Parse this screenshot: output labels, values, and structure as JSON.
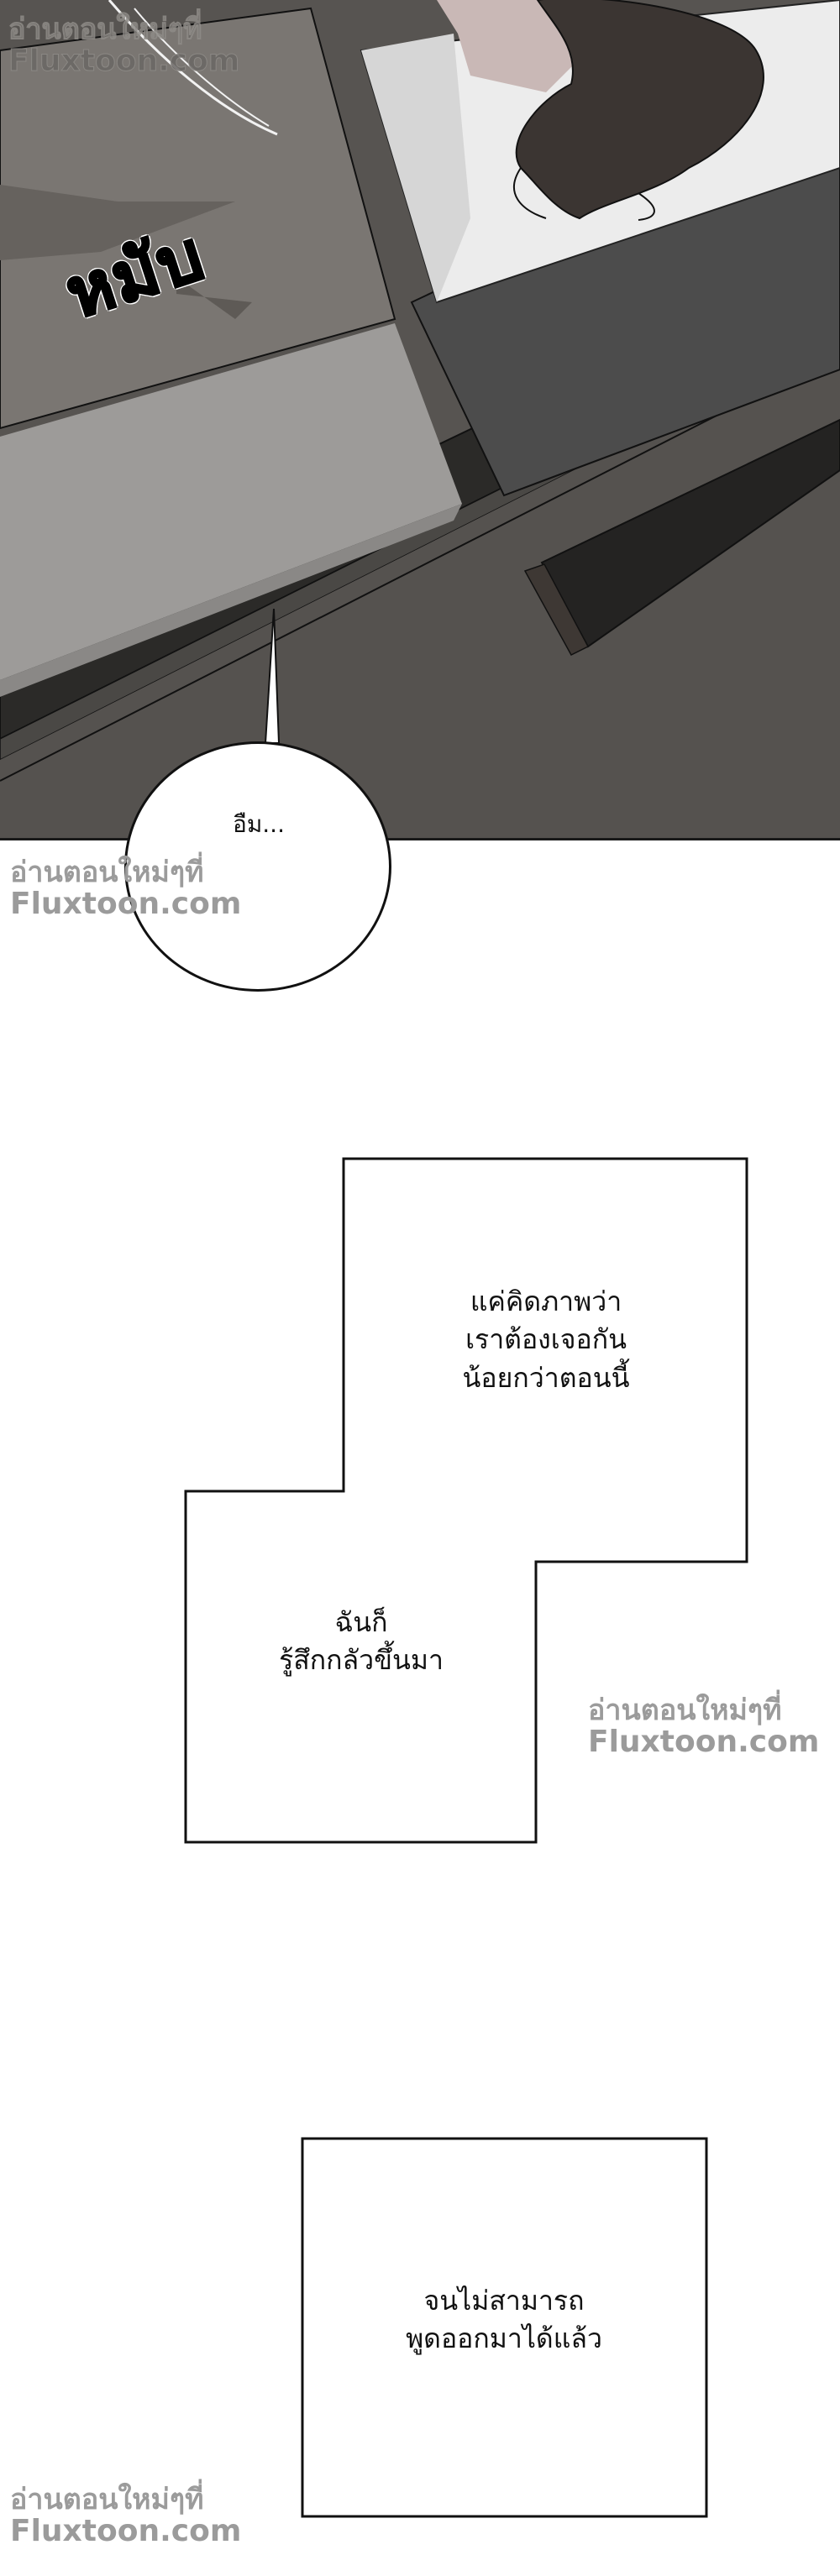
{
  "page": {
    "type": "webtoon-strip",
    "background": "#ffffff"
  },
  "panel1": {
    "description": "Person with dark hair lying face-down on a white pillow on a grey sofa bed, seen from above",
    "sfx_text": "หมับ",
    "colors": {
      "floor": "#5a5754",
      "blanket": "#7a7672",
      "sheet": "#9a9896",
      "pillow": "#e9e9e9",
      "hair": "#3b3532",
      "cushion": "#4a4a4a",
      "frame": "#262524"
    }
  },
  "speech_bubble": {
    "text": "อืม..."
  },
  "captions": [
    {
      "lines": [
        "แค่คิดภาพว่า",
        "เราต้องเจอกัน",
        "น้อยกว่าตอนนี้"
      ]
    },
    {
      "lines": [
        "ฉันก็",
        "รู้สึกกลัวขึ้นมา"
      ]
    },
    {
      "lines": [
        "จนไม่สามารถ",
        "พูดออกมาได้แล้ว"
      ]
    }
  ],
  "watermarks": [
    {
      "line1": "อ่านตอนใหม่ๆที่",
      "line2": "Fluxtoon.com"
    },
    {
      "line1": "อ่านตอนใหม่ๆที่",
      "line2": "Fluxtoon.com"
    },
    {
      "line1": "อ่านตอนใหม่ๆที่",
      "line2": "Fluxtoon.com"
    },
    {
      "line1": "อ่านตอนใหม่ๆที่",
      "line2": "Fluxtoon.com"
    }
  ]
}
